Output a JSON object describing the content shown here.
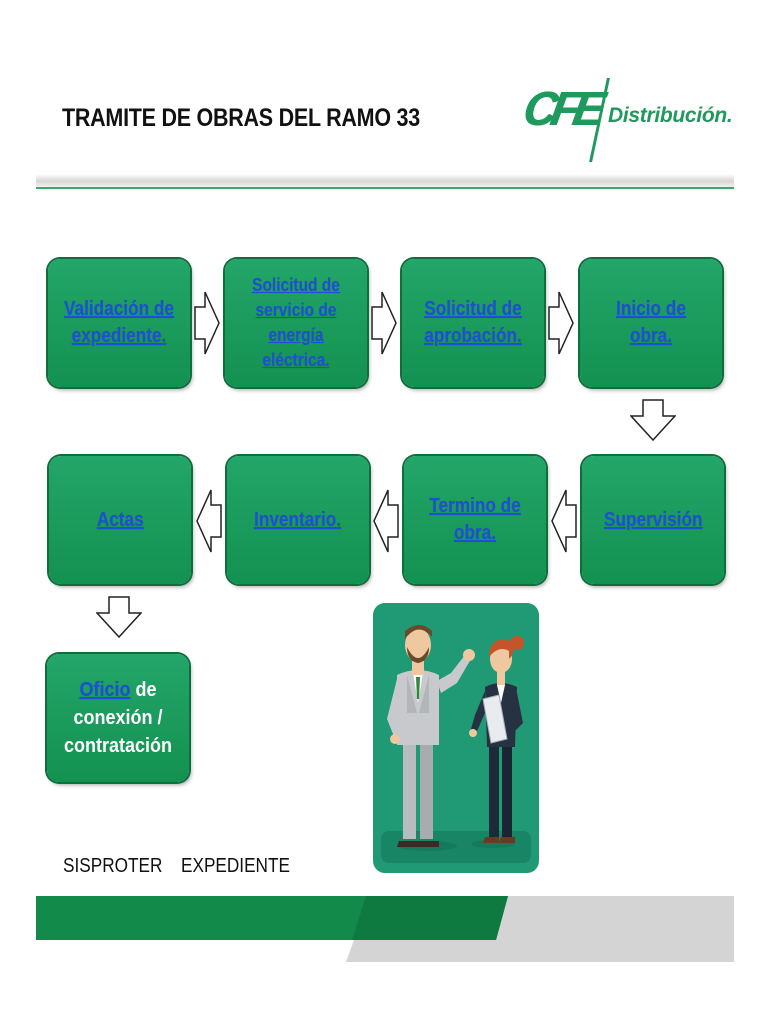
{
  "header": {
    "title": "TRAMITE DE OBRAS DEL RAMO 33",
    "logo_mark": "CFE",
    "logo_text": "Distribución."
  },
  "flow": {
    "row1": [
      {
        "label": "Validación de expediente."
      },
      {
        "label": "Solicitud de servicio de energía eléctrica."
      },
      {
        "label": "Solicitud de aprobación."
      },
      {
        "label": "Inicio de obra."
      }
    ],
    "row2": [
      {
        "label": "Supervisión"
      },
      {
        "label": "Termino de obra."
      },
      {
        "label": "Inventario."
      },
      {
        "label": "Actas"
      }
    ],
    "final": {
      "link_part": "Oficio",
      "rest": " de conexión / contratación"
    }
  },
  "footer": {
    "sisproter": "SISPROTER",
    "expediente": "EXPEDIENTE"
  },
  "colors": {
    "green": "#1a9a5c",
    "link_blue": "#1f4fd6",
    "band_green": "#138a4c"
  },
  "illustration": "two-business-people"
}
